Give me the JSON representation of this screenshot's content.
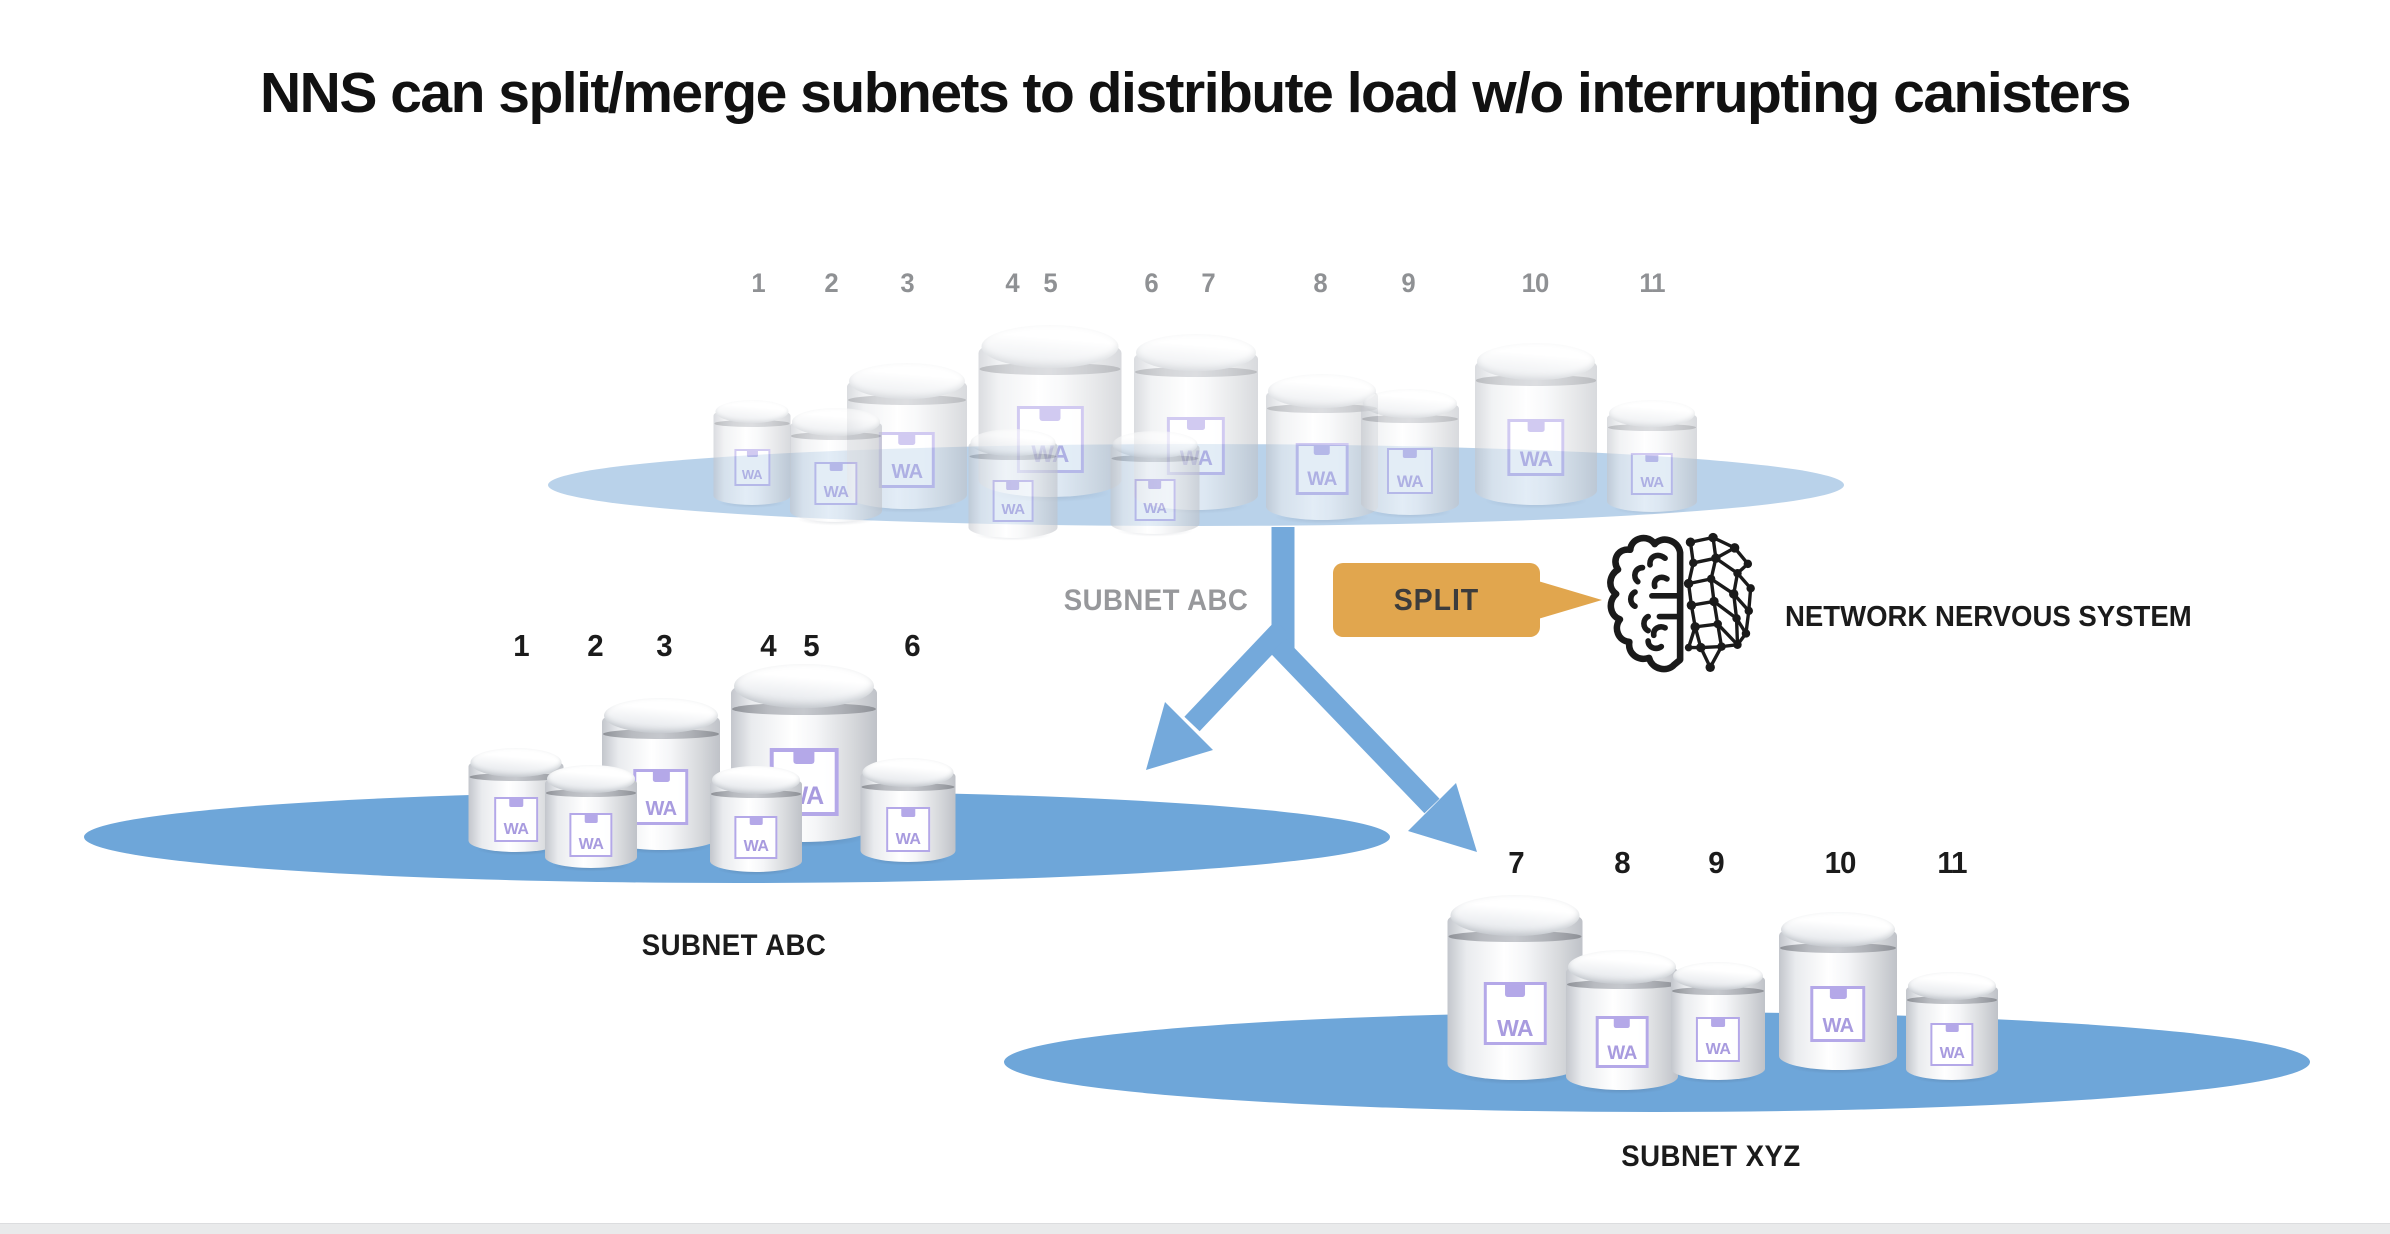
{
  "title": "NNS can split/merge subnets to distribute load w/o interrupting canisters",
  "badge_label": "WA",
  "nns": {
    "action_label": "SPLIT",
    "system_name": "NETWORK NERVOUS SYSTEM",
    "icon": "brain-network-icon"
  },
  "subnets": {
    "top": {
      "label": "SUBNET ABC",
      "canister_labels": [
        "1",
        "2",
        "3",
        "4",
        "5",
        "6",
        "7",
        "8",
        "9",
        "10",
        "11"
      ]
    },
    "left": {
      "label": "SUBNET ABC",
      "canister_labels": [
        "1",
        "2",
        "3",
        "4",
        "5",
        "6"
      ]
    },
    "right": {
      "label": "SUBNET XYZ",
      "canister_labels": [
        "7",
        "8",
        "9",
        "10",
        "11"
      ]
    }
  },
  "colors": {
    "subnet_top_fill": "#b9d2ea",
    "subnet_fill": "#6ea6d9",
    "arrow": "#74a9db",
    "split_bubble": "#e1a64e",
    "badge_purple": "#b4a8e8",
    "gray_label": "#97989b",
    "dark_text": "#1b1b1b"
  }
}
